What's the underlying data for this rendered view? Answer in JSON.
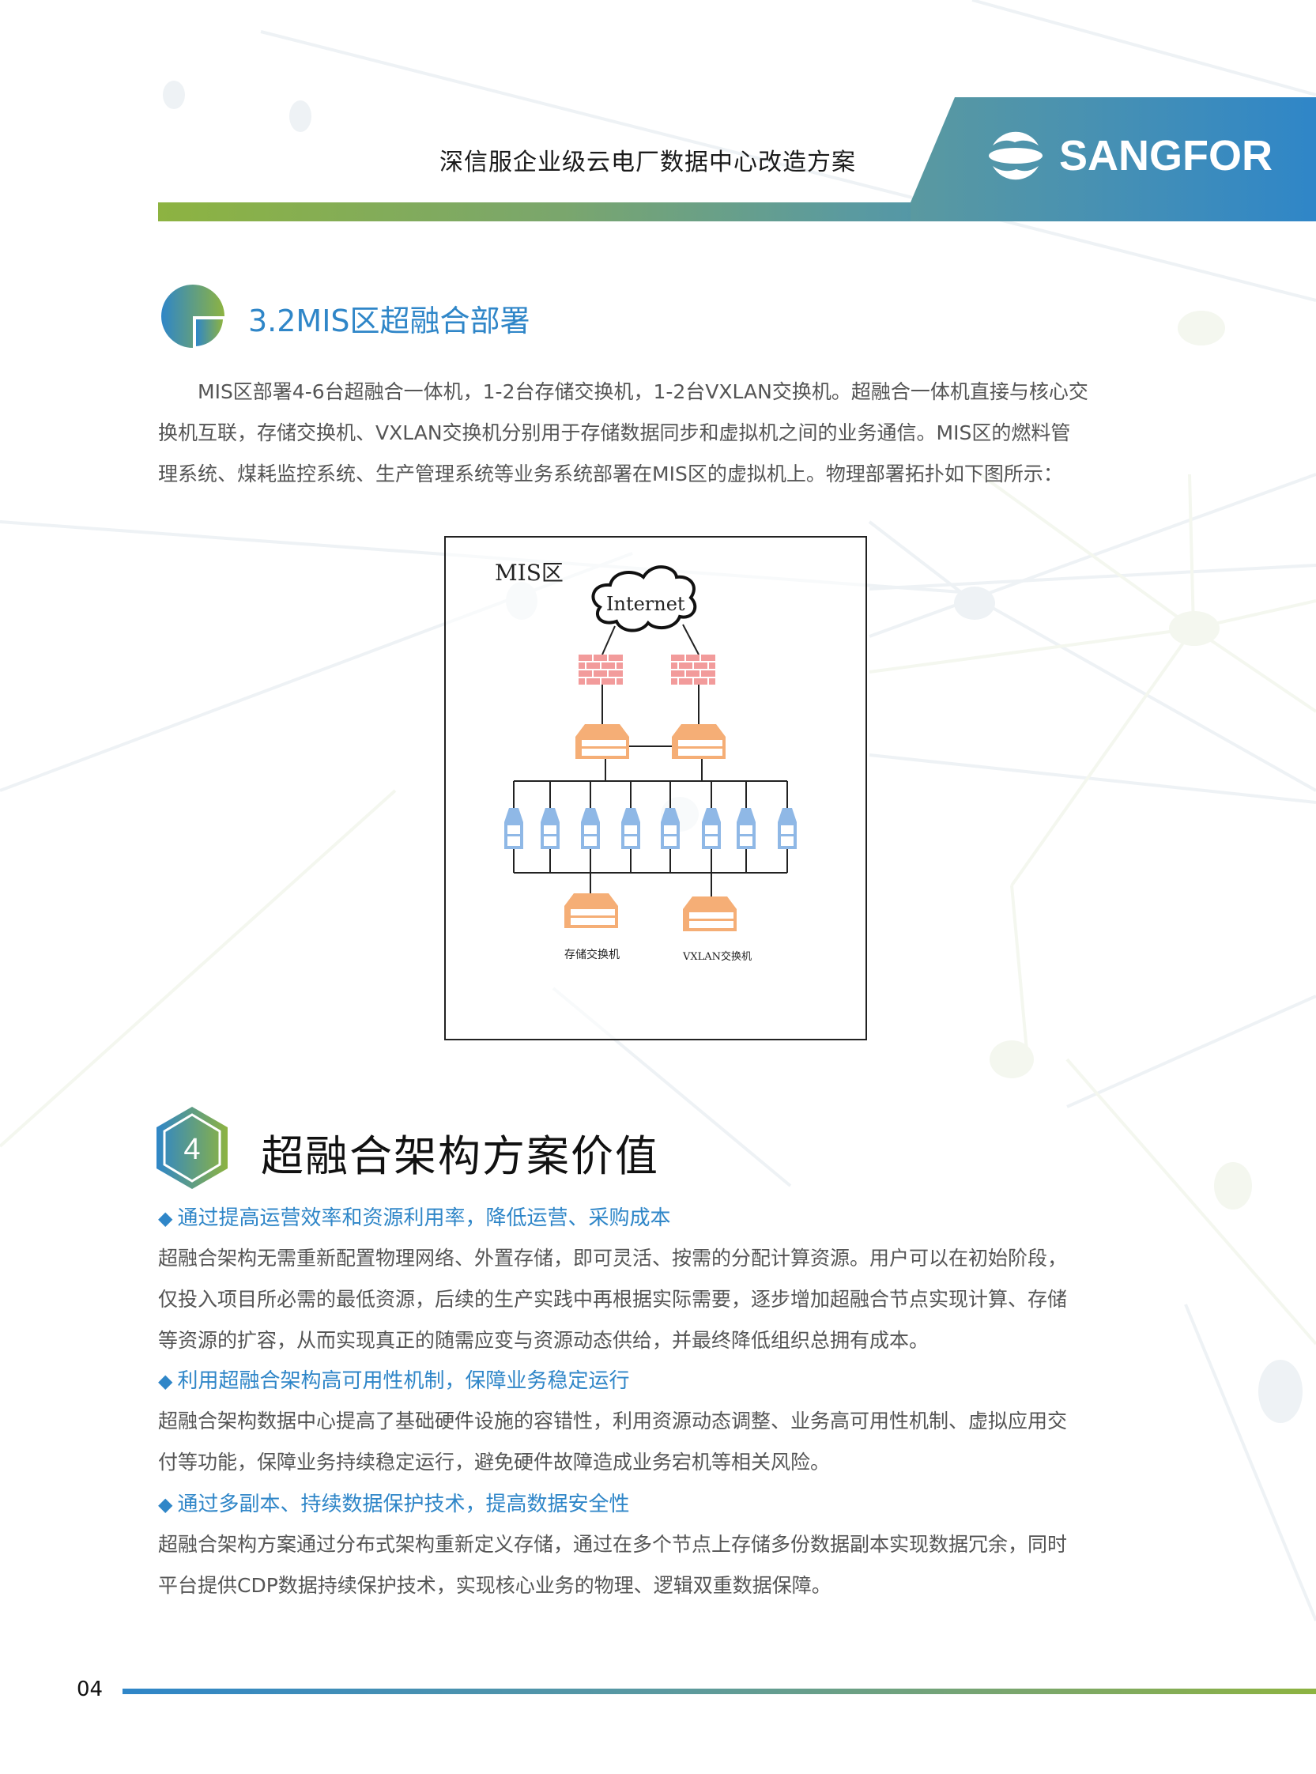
{
  "header": {
    "title": "深信服企业级云电厂数据中心改造方案",
    "logo_text": "SANGFOR",
    "colors": {
      "green": "#8db341",
      "blue": "#2f86c8"
    }
  },
  "section_3_2": {
    "title": "3.2MIS区超融合部署",
    "paragraph_lines": [
      "MIS区部署4-6台超融合一体机，1-2台存储交换机，1-2台VXLAN交换机。超融合一体机直接与核心交",
      "换机互联，存储交换机、VXLAN交换机分别用于存储数据同步和虚拟机之间的业务通信。MIS区的燃料管",
      "理系统、煤耗监控系统、生产管理系统等业务系统部署在MIS区的虚拟机上。物理部署拓扑如下图所示："
    ]
  },
  "diagram": {
    "zone_label": "MIS区",
    "cloud_label": "Internet",
    "firewall_count": 2,
    "core_switch_count": 2,
    "server_count": 8,
    "storage_switch_label": "存储交换机",
    "vxlan_switch_label": "VXLAN交换机",
    "colors": {
      "firewall": "#f29b9b",
      "switch": "#f5ae76",
      "server": "#8fb8e6"
    }
  },
  "section_4": {
    "number": "4",
    "title": "超融合架构方案价值",
    "items": [
      {
        "heading": "通过提高运营效率和资源利用率，降低运营、采购成本",
        "lines": [
          "超融合架构无需重新配置物理网络、外置存储，即可灵活、按需的分配计算资源。用户可以在初始阶段，",
          "仅投入项目所必需的最低资源，后续的生产实践中再根据实际需要，逐步增加超融合节点实现计算、存储",
          "等资源的扩容，从而实现真正的随需应变与资源动态供给，并最终降低组织总拥有成本。"
        ]
      },
      {
        "heading": "利用超融合架构高可用性机制，保障业务稳定运行",
        "lines": [
          "超融合架构数据中心提高了基础硬件设施的容错性，利用资源动态调整、业务高可用性机制、虚拟应用交",
          "付等功能，保障业务持续稳定运行，避免硬件故障造成业务宕机等相关风险。"
        ]
      },
      {
        "heading": "通过多副本、持续数据保护技术，提高数据安全性",
        "lines": [
          "超融合架构方案通过分布式架构重新定义存储，通过在多个节点上存储多份数据副本实现数据冗余，同时",
          "平台提供CDP数据持续保护技术，实现核心业务的物理、逻辑双重数据保障。"
        ]
      }
    ],
    "bullet_glyph": "◆"
  },
  "footer": {
    "page_number": "04"
  }
}
